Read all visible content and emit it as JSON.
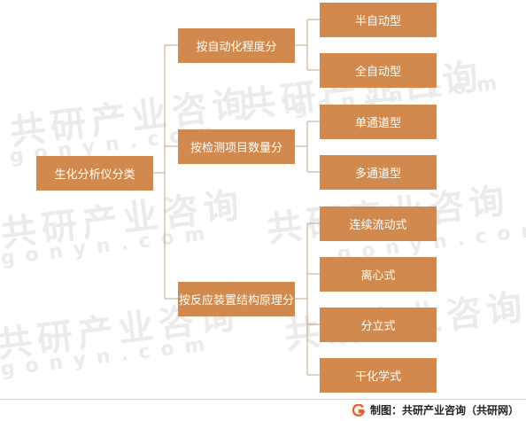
{
  "watermark": {
    "cn": "共研产业咨询",
    "en": "gonyn.com"
  },
  "root": {
    "label": "生化分析仪分类"
  },
  "branches": [
    {
      "label": "按自动化程度分",
      "leaves": [
        "半自动型",
        "全自动型"
      ]
    },
    {
      "label": "按检测项目数量分",
      "leaves": [
        "单通道型",
        "多通道型"
      ]
    },
    {
      "label": "按反应装置结构原理分",
      "leaves": [
        "连续流动式",
        "离心式",
        "分立式",
        "干化学式"
      ]
    }
  ],
  "footer": {
    "source": "制图：共研产业咨询（共研网）",
    "logo_icon": "gonyn-logo-icon"
  },
  "colors": {
    "box_fill": "#d1894d",
    "box_text": "#ffffff",
    "connector": "#c9a27e",
    "logo": "#e8612c"
  }
}
